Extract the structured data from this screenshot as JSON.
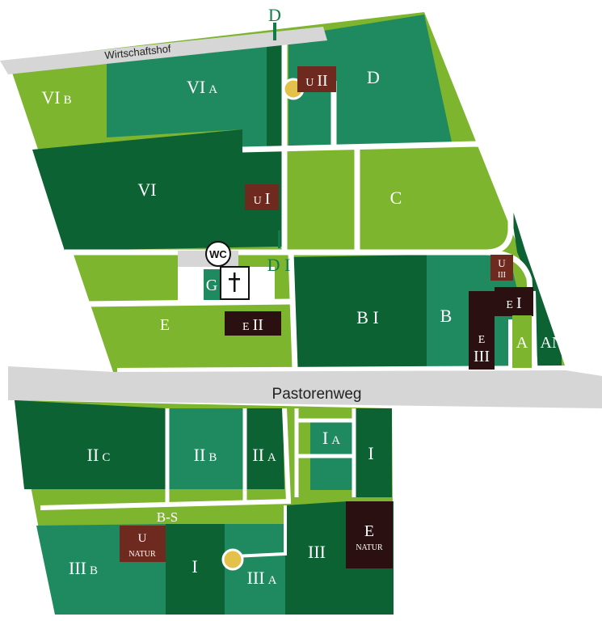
{
  "colors": {
    "light": "#7db52e",
    "mid": "#1f8a5f",
    "dark": "#0c6233",
    "road": "#d6d6d6",
    "path": "#ffffff",
    "urn": "#6e2a1e",
    "earth": "#2a1010",
    "marker": "#e3c14b",
    "gate": "#137a49"
  },
  "roads": {
    "wirtschaftshof": "Wirtschaftshof",
    "pastorenweg": "Pastorenweg"
  },
  "gates": {
    "top": "D",
    "middle": "D I"
  },
  "fields": {
    "vi_b": {
      "main": "VI",
      "sub": "B"
    },
    "vi_a": {
      "main": "VI",
      "sub": "A"
    },
    "d": "D",
    "vi": "VI",
    "c": "C",
    "g": "G",
    "e": "E",
    "b_i": "B I",
    "b": "B",
    "a": "A",
    "an": "AN",
    "ii_c": {
      "main": "II",
      "sub": "C"
    },
    "ii_b": {
      "main": "II",
      "sub": "B"
    },
    "ii_a": {
      "main": "II",
      "sub": "A"
    },
    "i_a": {
      "main": "I",
      "sub": "A"
    },
    "i_right": "I",
    "b_s": "B-S",
    "iii_b": {
      "main": "III",
      "sub": "B"
    },
    "i_bottom": "I",
    "iii_a": {
      "main": "III",
      "sub": "A"
    },
    "iii": "III"
  },
  "urn_boxes": {
    "u_ii": {
      "prefix": "U",
      "num": "II"
    },
    "u_i": {
      "prefix": "U",
      "num": "I"
    },
    "u_iii": {
      "prefix": "U",
      "num": "III"
    },
    "u_natur": {
      "prefix": "U",
      "sub": "NATUR"
    }
  },
  "earth_boxes": {
    "e_ii": {
      "prefix": "E",
      "num": "II"
    },
    "e_i": {
      "prefix": "E",
      "num": "I"
    },
    "e_iii": {
      "prefix": "E",
      "num": "III"
    },
    "e_natur": {
      "prefix": "E",
      "sub": "NATUR"
    }
  },
  "facilities": {
    "wc": "WC",
    "chapel_icon": "cross-icon"
  },
  "markers": [
    "marker-top",
    "marker-bottom"
  ]
}
